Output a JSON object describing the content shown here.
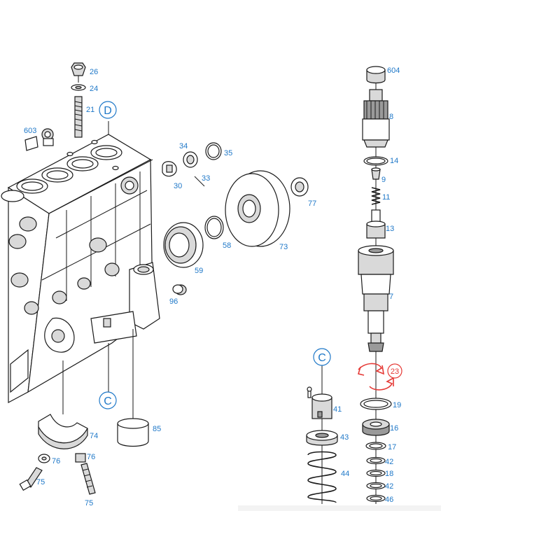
{
  "callouts": {
    "p26": "26",
    "p24": "24",
    "p21": "21",
    "p603": "603",
    "p34": "34",
    "p35": "35",
    "p30": "30",
    "p33": "33",
    "p77": "77",
    "p58": "58",
    "p73": "73",
    "p59": "59",
    "p96": "96",
    "p85": "85",
    "p74": "74",
    "p76a": "76",
    "p76b": "76",
    "p75a": "75",
    "p75b": "75",
    "p604": "604",
    "p8": "8",
    "p14": "14",
    "p9": "9",
    "p11": "11",
    "p13": "13",
    "p7": "7",
    "p23": "23",
    "p19": "19",
    "p16": "16",
    "p17": "17",
    "p42a": "42",
    "p18": "18",
    "p42b": "42",
    "p46": "46",
    "p41": "41",
    "p43": "43",
    "p44": "44"
  },
  "refs": {
    "d_top": "D",
    "c_left": "C",
    "c_right": "C"
  },
  "colors": {
    "callout": "#1f78c8",
    "highlight": "#e53935",
    "outline": "#1a1a1a"
  }
}
